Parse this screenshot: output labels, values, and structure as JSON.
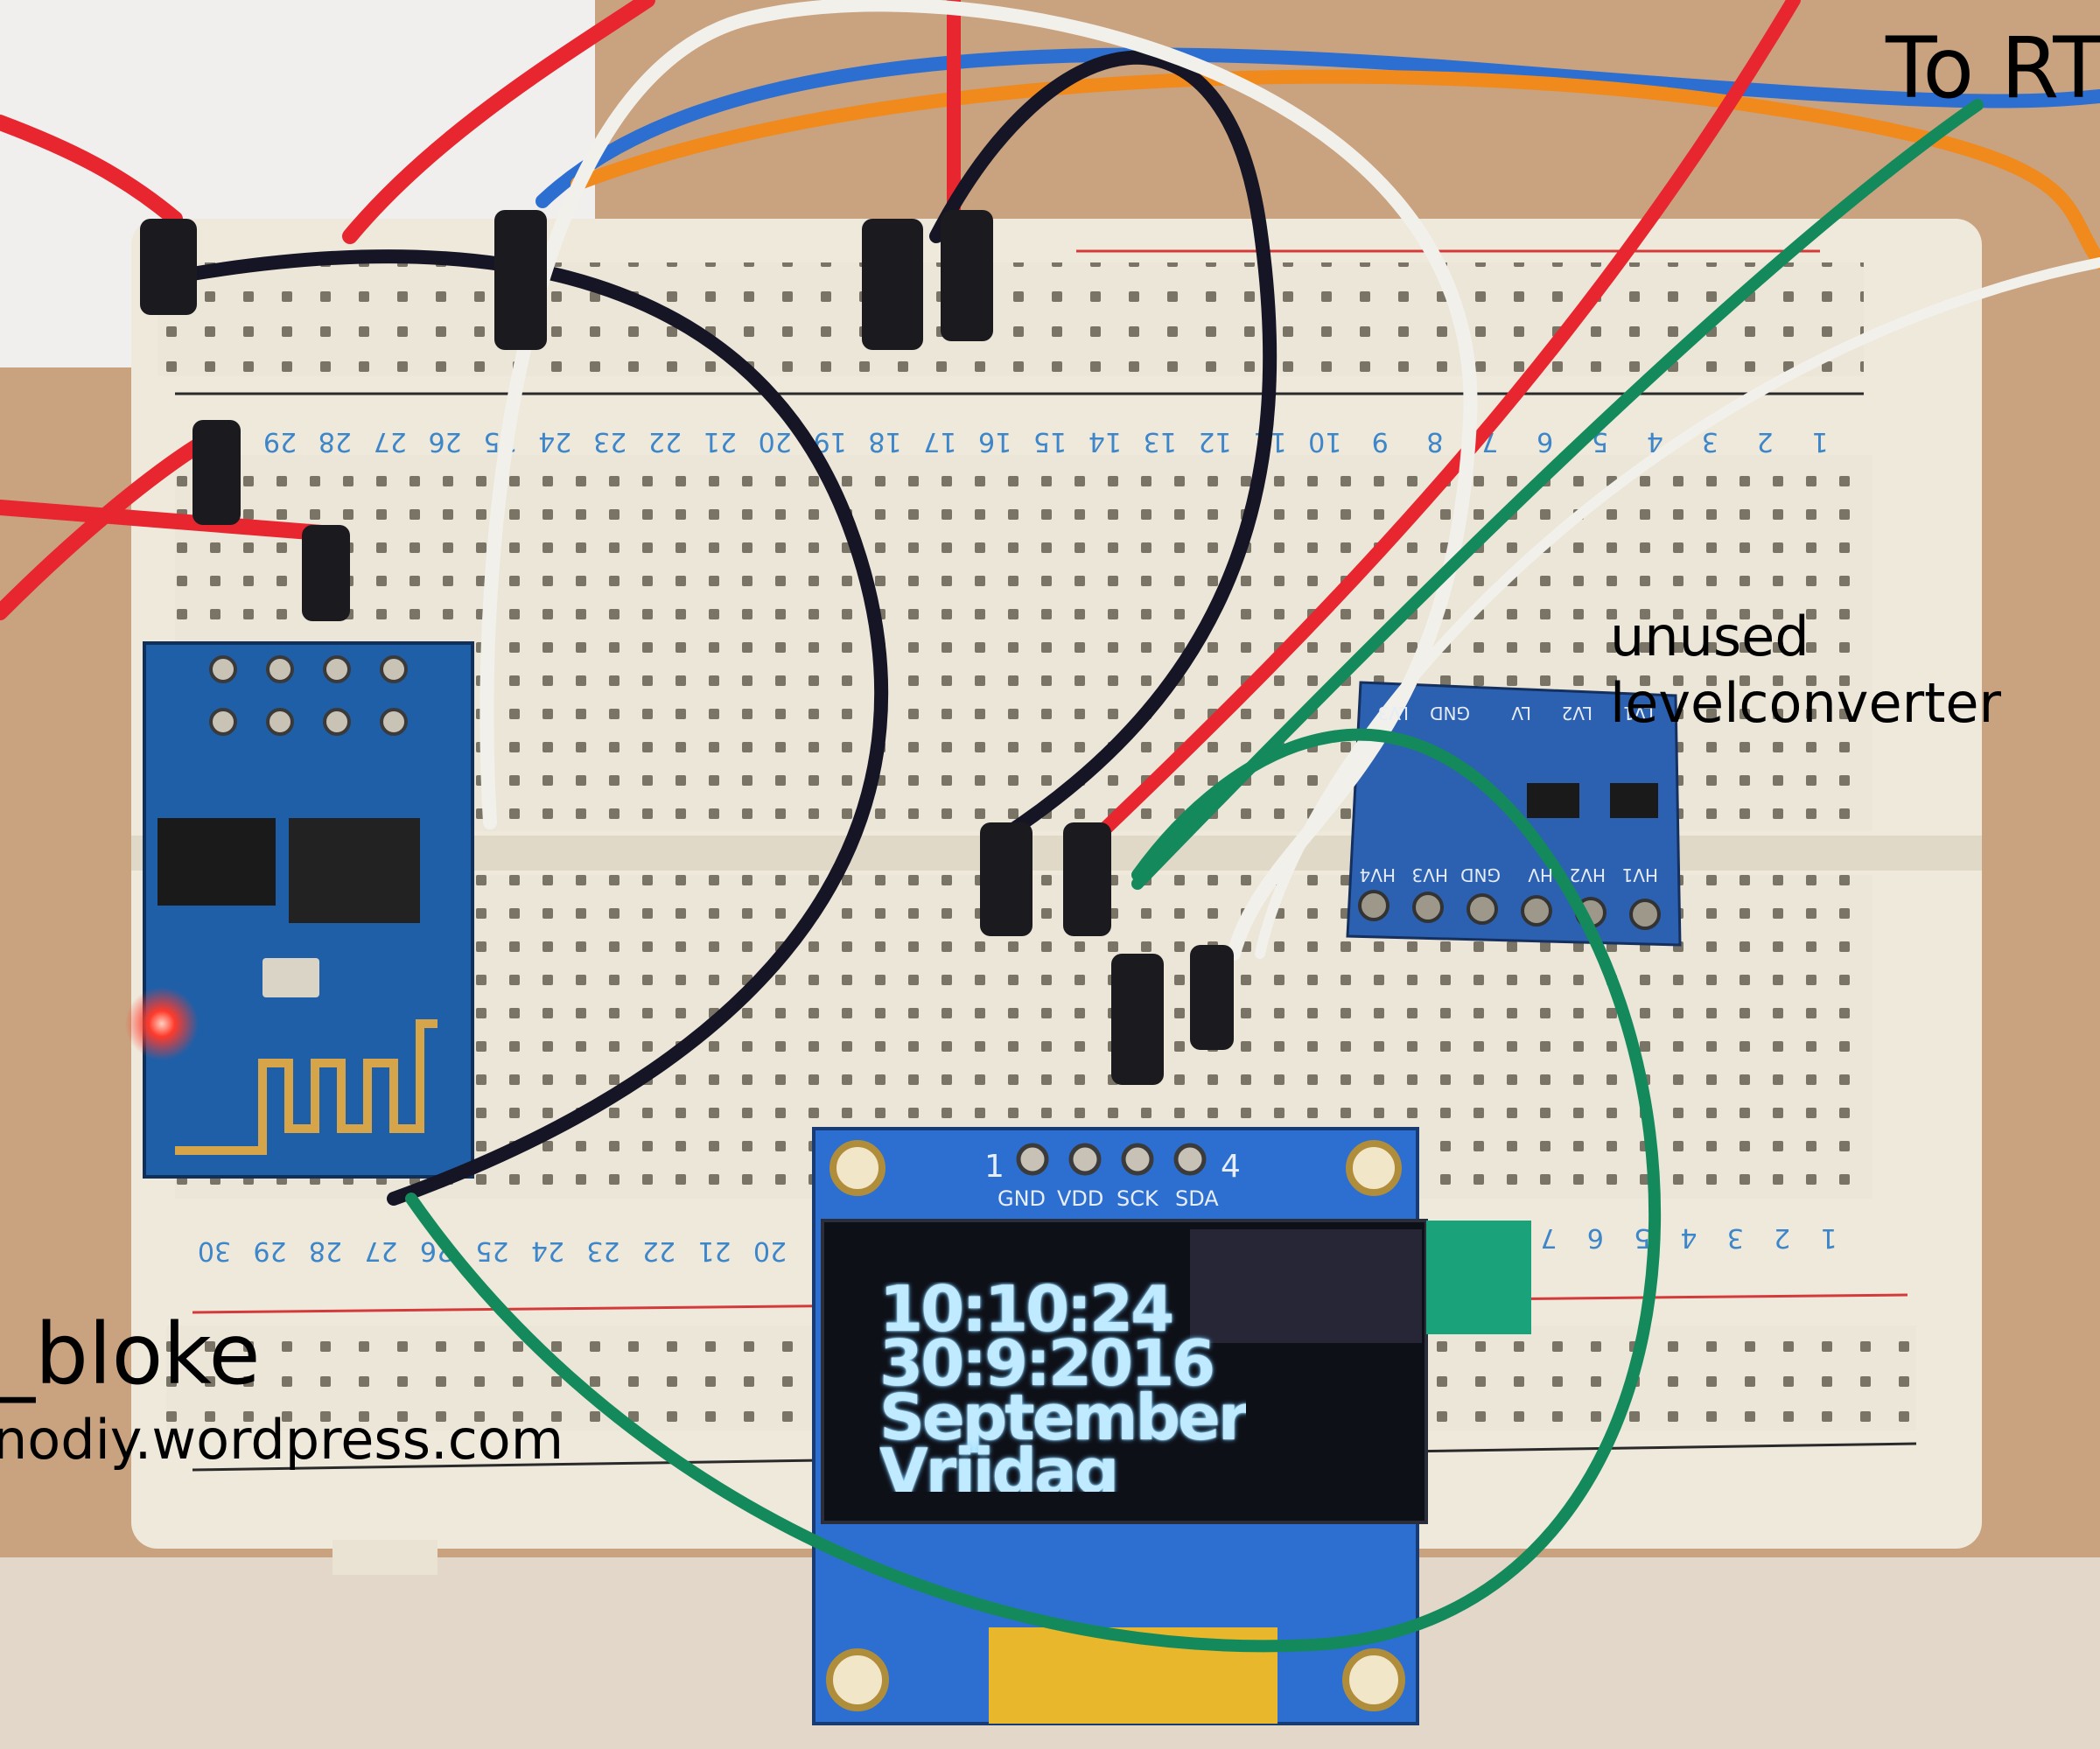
{
  "captions": {
    "rtc": "To RT",
    "unused_line1": "unused",
    "unused_line2": "levelconverter",
    "author": "_bloke",
    "site": "nodiy.wordpress.com"
  },
  "oled": {
    "time": "10:10:24",
    "date": "30:9:2016",
    "month": "September",
    "day": "Vrijdag",
    "pins": [
      "GND",
      "VDD",
      "SCK",
      "SDA"
    ],
    "pin_numbers": [
      "1",
      "4"
    ]
  },
  "breadboard": {
    "top_numbers": [
      "29",
      "28",
      "27",
      "26",
      "25",
      "24",
      "23",
      "22",
      "21",
      "20",
      "19",
      "18",
      "17",
      "16",
      "15",
      "14",
      "13",
      "12",
      "11",
      "10",
      "9",
      "8",
      "7",
      "6",
      "5",
      "4",
      "3",
      "2",
      "1"
    ],
    "bottom_numbers": [
      "30",
      "29",
      "28",
      "27",
      "26",
      "25",
      "24",
      "23",
      "22",
      "21",
      "20",
      "7",
      "6",
      "5",
      "4",
      "3",
      "2",
      "1"
    ]
  },
  "level_converter": {
    "top_labels": [
      "LV3",
      "GND",
      "LV",
      "LV2",
      "LV1"
    ],
    "bottom_labels": [
      "HV4",
      "HV3",
      "GND",
      "HV",
      "HV2",
      "HV1"
    ]
  },
  "colors": {
    "background": "#c9a27f",
    "breadboard": "#efe9dc",
    "esp_board": "#1f5fa8",
    "oled_screen": "#0e1018",
    "oled_text": "#bfeaff",
    "wire_red": "#e8262f",
    "wire_blue": "#2d6fd1",
    "wire_orange": "#f08a1d",
    "wire_green": "#148a5c",
    "wire_black": "#151525",
    "wire_white": "#f2f0ea"
  }
}
